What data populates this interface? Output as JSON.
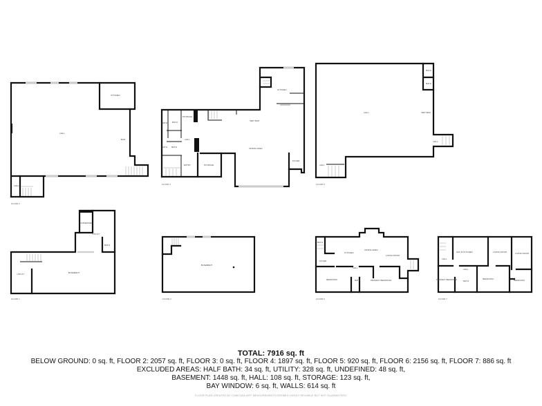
{
  "floors": [
    {
      "label": "FLOOR 2",
      "rooms": [
        "HALL",
        "KITCHEN",
        "BAR",
        "HALL"
      ]
    },
    {
      "label": "FLOOR 4",
      "rooms": [
        "KITCHEN",
        "WET BAR",
        "DINING AREA",
        "STORAGE",
        "HALL",
        "BATH",
        "BATH",
        "BATH",
        "BATH",
        "ENTRY",
        "STORAGE",
        "FOYER"
      ]
    },
    {
      "label": "FLOOR 5",
      "rooms": [
        "HALL",
        "WET BAR",
        "BATH",
        "BATH",
        "HALL",
        "HALL"
      ]
    },
    {
      "label": "FLOOR 1",
      "rooms": [
        "UNDEFINED",
        "UTILITY",
        "BATH",
        "UTILITY",
        "BASEMENT"
      ]
    },
    {
      "label": "FLOOR 3",
      "rooms": [
        "BASEMENT"
      ]
    },
    {
      "label": "FLOOR 6",
      "rooms": [
        "BATH",
        "KITCHEN",
        "DINING AREA",
        "LIVING ROOM",
        "FOYER",
        "BEDROOM",
        "HALL",
        "BATH",
        "PRIMARY BEDROOM"
      ]
    },
    {
      "label": "FLOOR 7",
      "rooms": [
        "EAT-IN KITCHEN",
        "LIVING ROOM",
        "LIVING ROOM",
        "HALL",
        "PRIMARY BEDROOM",
        "HALL",
        "BATH",
        "BEDROOM",
        "BEDROOM"
      ]
    }
  ],
  "summary": {
    "total": "TOTAL: 7916 sq. ft",
    "line1": "BELOW GROUND: 0 sq. ft, FLOOR 2: 2057 sq. ft, FLOOR 3: 0 sq. ft, FLOOR 4: 1897 sq. ft, FLOOR 5: 920 sq. ft, FLOOR 6: 2156 sq. ft, FLOOR 7: 886 sq. ft",
    "line2": "EXCLUDED AREAS: HALF BATH: 34 sq. ft, UTILITY: 328 sq. ft, UNDEFINED: 48 sq. ft,",
    "line3": "BASEMENT: 1448 sq. ft, HALL: 108 sq. ft, STORAGE: 123 sq. ft,",
    "line4": "BAY WINDOW: 6 sq. ft, WALLS: 614 sq. ft",
    "footer": "FLOOR PLAN CREATED BY CUBICASA APP. MEASUREMENTS DEEMED HIGHLY RELIABLE BUT NOT GUARANTEED."
  }
}
